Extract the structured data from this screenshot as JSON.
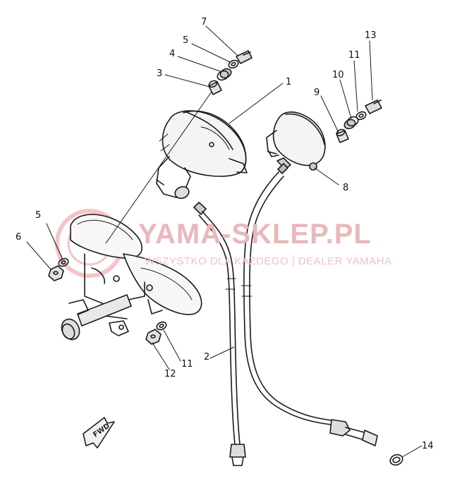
{
  "watermark": {
    "title": "YAMA-SKLEP.PL",
    "subtitle": "WSZYSTKO DLA KAŻDEGO | DEALER YAMAHA",
    "color": "#e05a64"
  },
  "fwd_label": "FWD",
  "callouts": [
    {
      "id": "c1",
      "text": "1"
    },
    {
      "id": "c2",
      "text": "2"
    },
    {
      "id": "c3",
      "text": "3"
    },
    {
      "id": "c4",
      "text": "4"
    },
    {
      "id": "c5a",
      "text": "5"
    },
    {
      "id": "c5b",
      "text": "5"
    },
    {
      "id": "c6",
      "text": "6"
    },
    {
      "id": "c7",
      "text": "7"
    },
    {
      "id": "c8",
      "text": "8"
    },
    {
      "id": "c9",
      "text": "9"
    },
    {
      "id": "c10",
      "text": "10"
    },
    {
      "id": "c11a",
      "text": "11"
    },
    {
      "id": "c11b",
      "text": "11"
    },
    {
      "id": "c12",
      "text": "12"
    },
    {
      "id": "c13",
      "text": "13"
    },
    {
      "id": "c14",
      "text": "14"
    }
  ]
}
